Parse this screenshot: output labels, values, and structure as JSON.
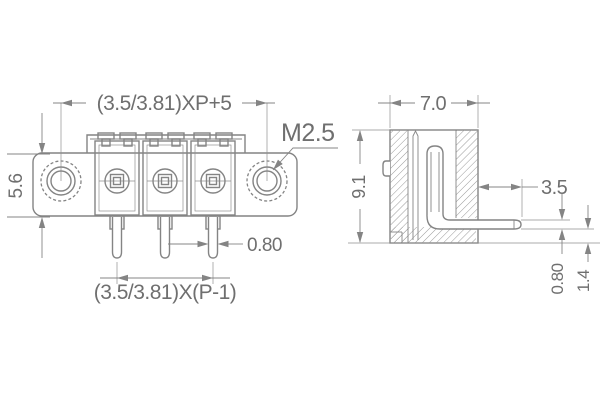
{
  "drawing": {
    "type": "technical-dimension-drawing",
    "subject": "pluggable terminal block header, front and side section views",
    "colors": {
      "background": "#ffffff",
      "line": "#848484",
      "text": "#6f6f6f"
    },
    "front_view": {
      "name": "front-view",
      "positions": 3,
      "dimensions": {
        "top_pitch": "(3.5/3.81)XP+5",
        "thread": "M2.5",
        "height": "5.6",
        "pin_width": "0.80",
        "bottom_pitch": "(3.5/3.81)X(P-1)"
      }
    },
    "side_view": {
      "name": "side-section-view",
      "dimensions": {
        "width": "7.0",
        "height": "9.1",
        "pin_projection": "3.5",
        "pin_thickness": "0.80",
        "pin_standoff": "1.4"
      }
    }
  }
}
